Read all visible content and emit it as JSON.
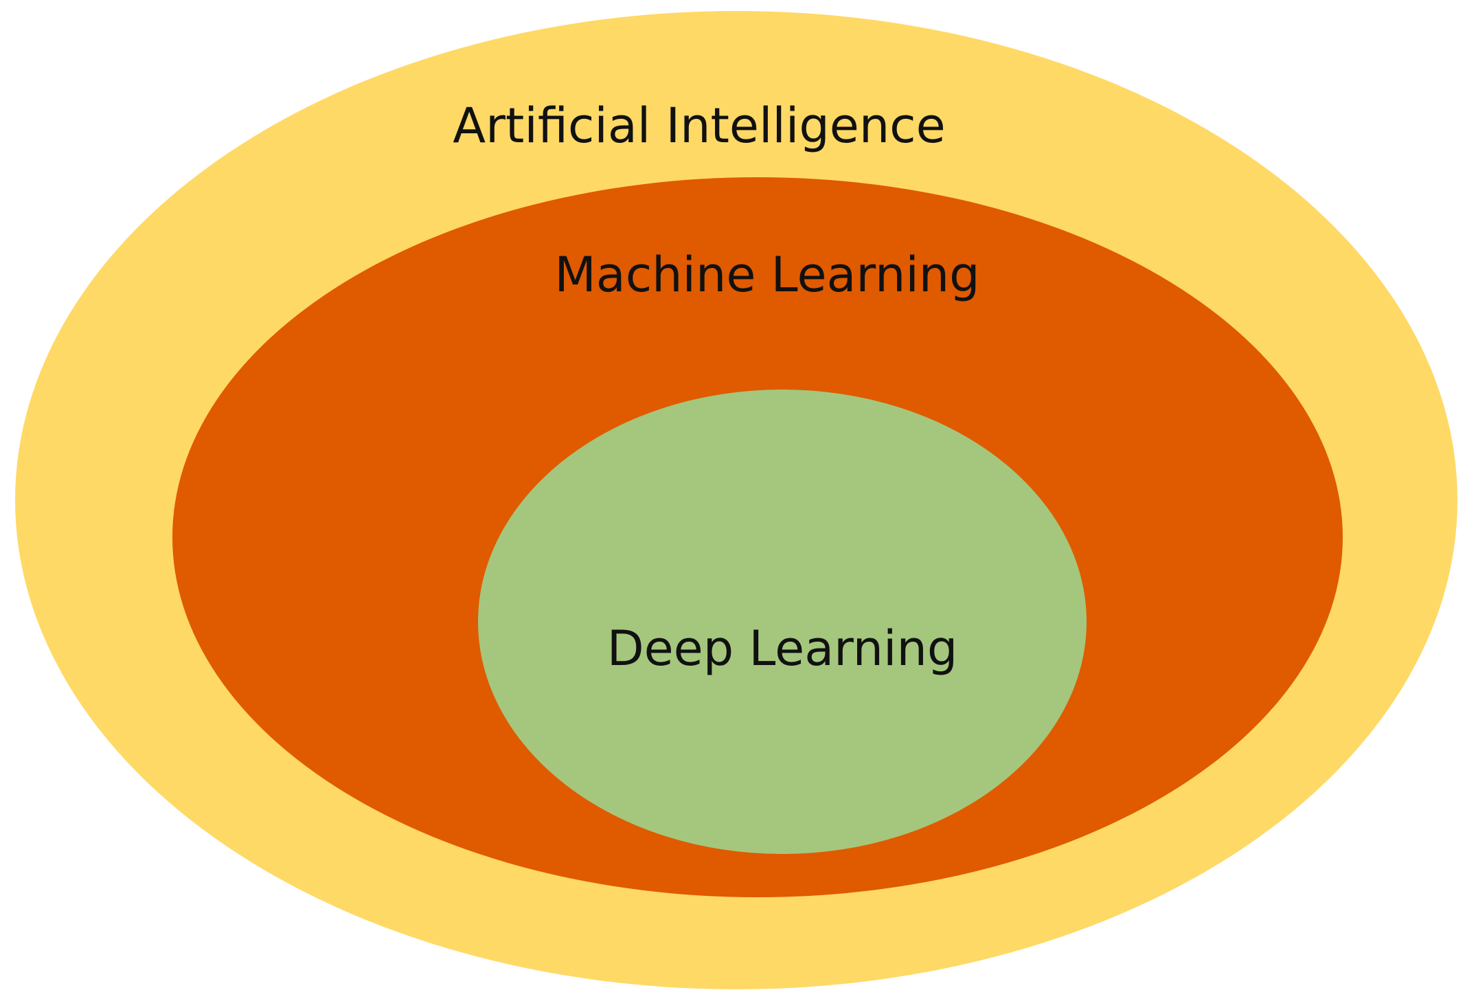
{
  "diagram": {
    "layers": [
      {
        "id": "ai",
        "label": "Artificial Intelligence",
        "color": "#FFD966"
      },
      {
        "id": "ml",
        "label": "Machine Learning",
        "color": "#E05A00"
      },
      {
        "id": "dl",
        "label": "Deep Learning",
        "color": "#A4C77D"
      }
    ]
  }
}
